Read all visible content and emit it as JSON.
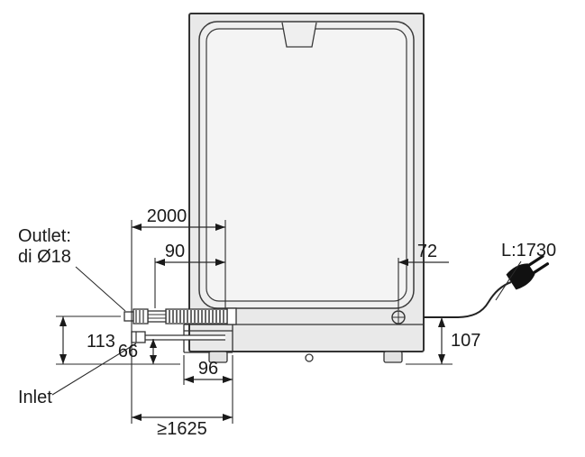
{
  "diagram": {
    "labels": {
      "outlet_line1": "Outlet:",
      "outlet_line2": "di Ø18",
      "inlet": "Inlet",
      "cord_length": "L:1730"
    },
    "dimensions": {
      "drain_hose_total": "2000",
      "connector_length": "90",
      "cord_edge_offset": "72",
      "drain_height": "113",
      "inlet_height": "66",
      "cord_height": "107",
      "bracket_width": "96",
      "min_hose_reach": "≥1625"
    },
    "colors": {
      "line": "#2a2a2a",
      "body_fill": "#e9e9e9",
      "panel_fill": "#efefef"
    }
  }
}
